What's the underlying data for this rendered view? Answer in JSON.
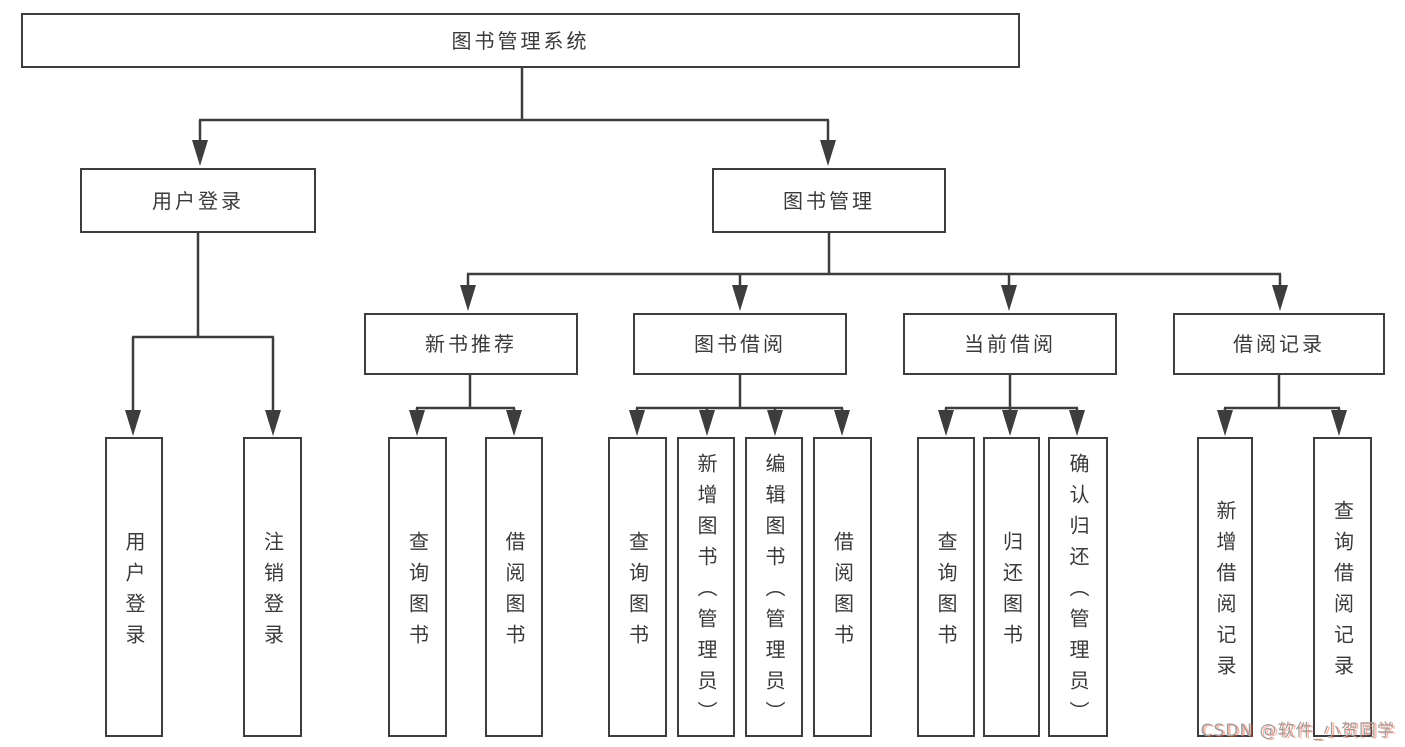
{
  "title": "图书管理系统",
  "nodes": {
    "root": {
      "label": "图书管理系统"
    },
    "level2": [
      {
        "label": "用户登录",
        "parent": "图书管理系统"
      },
      {
        "label": "图书管理",
        "parent": "图书管理系统"
      }
    ],
    "level3": [
      {
        "label": "新书推荐",
        "parent": "图书管理"
      },
      {
        "label": "图书借阅",
        "parent": "图书管理"
      },
      {
        "label": "当前借阅",
        "parent": "图书管理"
      },
      {
        "label": "借阅记录",
        "parent": "图书管理"
      }
    ],
    "leaves": [
      {
        "label": "用户登录",
        "parent": "用户登录"
      },
      {
        "label": "注销登录",
        "parent": "用户登录"
      },
      {
        "label": "查询图书",
        "parent": "新书推荐"
      },
      {
        "label": "借阅图书",
        "parent": "新书推荐"
      },
      {
        "label": "查询图书",
        "parent": "图书借阅"
      },
      {
        "label": "新增图书（管理员）",
        "parent": "图书借阅"
      },
      {
        "label": "编辑图书（管理员）",
        "parent": "图书借阅"
      },
      {
        "label": "借阅图书",
        "parent": "图书借阅"
      },
      {
        "label": "查询图书",
        "parent": "当前借阅"
      },
      {
        "label": "归还图书",
        "parent": "当前借阅"
      },
      {
        "label": "确认归还（管理员）",
        "parent": "当前借阅"
      },
      {
        "label": "新增借阅记录",
        "parent": "借阅记录"
      },
      {
        "label": "查询借阅记录",
        "parent": "借阅记录"
      }
    ]
  },
  "watermark": {
    "text": "CSDN @软件_小贺同学"
  },
  "colors": {
    "line": "#3d3d3d",
    "text": "#3a3a3a",
    "background": "#ffffff",
    "watermark_gray": "#a0a0a0",
    "watermark_red": "#fc5531"
  }
}
